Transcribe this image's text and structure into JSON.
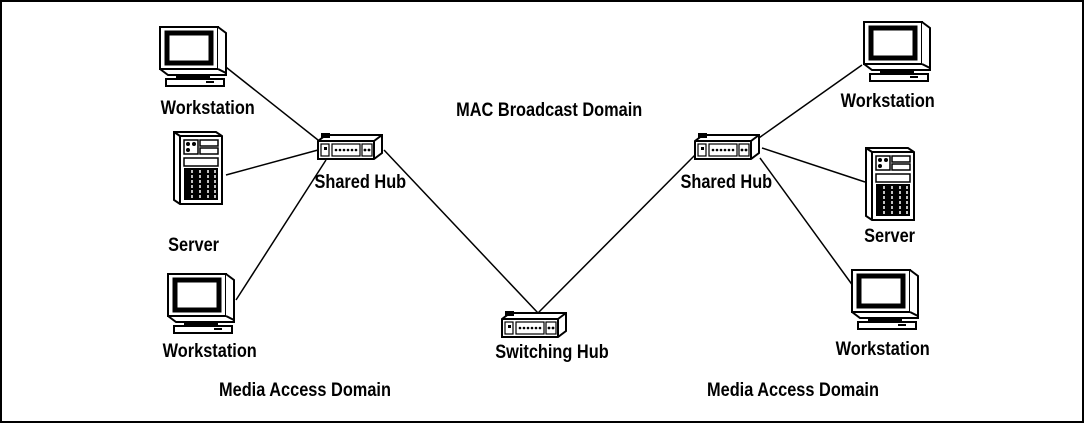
{
  "diagram": {
    "domain_title": "MAC Broadcast Domain",
    "left": {
      "hub_label": "Shared Hub",
      "workstation_top_label": "Workstation",
      "server_label": "Server",
      "workstation_bottom_label": "Workstation",
      "domain_label": "Media Access Domain"
    },
    "right": {
      "hub_label": "Shared Hub",
      "workstation_top_label": "Workstation",
      "server_label": "Server",
      "workstation_bottom_label": "Workstation",
      "domain_label": "Media Access Domain"
    },
    "switch_label": "Switching Hub"
  }
}
